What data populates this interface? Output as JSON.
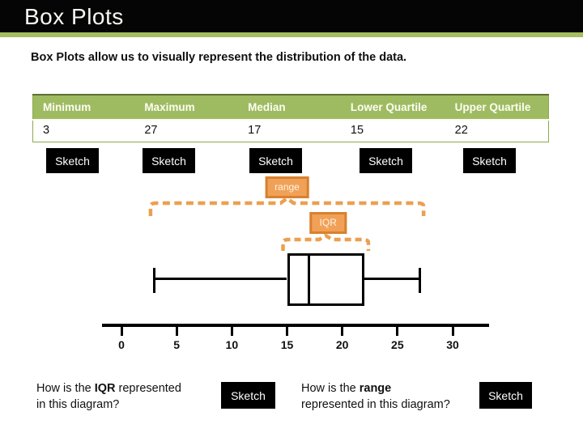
{
  "slide": {
    "title": "Box Plots",
    "intro": "Box Plots allow us to visually represent the distribution of the data."
  },
  "colors": {
    "title_bar": "#050505",
    "accent_green": "#A4BF60",
    "table_header_green": "#9FBB61",
    "orange_fill": "#F1A157",
    "orange_border": "#D8812F",
    "bracket_orange": "#EC9F50",
    "sketch_button_bg": "#000000",
    "sketch_button_text": "#FFFFFF"
  },
  "table": {
    "columns": [
      "Minimum",
      "Maximum",
      "Median",
      "Lower Quartile",
      "Upper Quartile"
    ],
    "values": [
      "3",
      "27",
      "17",
      "15",
      "22"
    ]
  },
  "buttons": {
    "sketch": "Sketch"
  },
  "questions": [
    {
      "line1_pre": "How is the ",
      "line1_bold": "IQR",
      "line1_post": " represented",
      "line2": "in this diagram?",
      "button": "Sketch"
    },
    {
      "line1_pre": "How is the ",
      "line1_bold": "range",
      "line1_post": "",
      "line2": "represented in this diagram?",
      "button": "Sketch"
    }
  ],
  "chart_data": {
    "type": "boxplot",
    "orientation": "horizontal",
    "title": "",
    "axis": {
      "min": 0,
      "max": 30,
      "ticks": [
        0,
        5,
        10,
        15,
        20,
        25,
        30
      ]
    },
    "values": {
      "minimum": 3,
      "lower_quartile": 15,
      "median": 17,
      "upper_quartile": 22,
      "maximum": 27
    },
    "annotations": [
      {
        "label": "range",
        "from": 3,
        "to": 27
      },
      {
        "label": "IQR",
        "from": 15,
        "to": 22
      }
    ]
  }
}
